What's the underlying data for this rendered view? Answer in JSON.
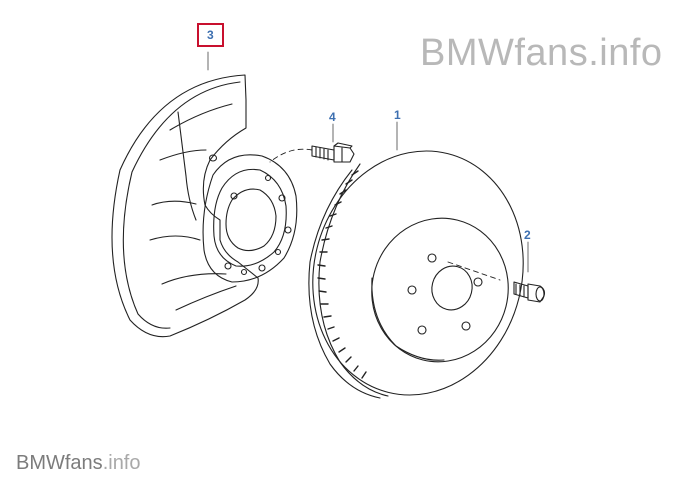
{
  "diagram": {
    "part_labels": [
      {
        "number": "3",
        "selected": true
      },
      {
        "number": "4",
        "selected": false
      },
      {
        "number": "1",
        "selected": false
      },
      {
        "number": "2",
        "selected": false
      }
    ],
    "highlight_color": "#c8102e",
    "label_color": "#3d6fb0"
  },
  "watermark": {
    "top_text": "BMWfans.info",
    "bottom_main": "BMWfans",
    "bottom_suffix": ".info"
  }
}
